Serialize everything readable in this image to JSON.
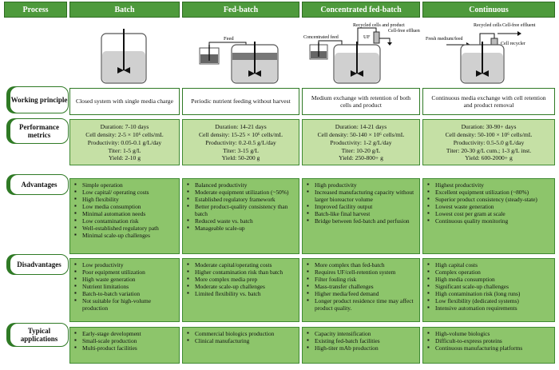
{
  "headers": {
    "process": "Process",
    "batch": "Batch",
    "fedbatch": "Fed-batch",
    "concentrated": "Concentrated fed-batch",
    "continuous": "Continuous"
  },
  "row_labels": {
    "working": "Working principle",
    "performance": "Performance metrics",
    "advantages": "Advantages",
    "disadvantages": "Disadvantages",
    "applications": "Typical applications"
  },
  "diagram_labels": {
    "feed": "Feed",
    "concentrated_feed": "Concentrated feed",
    "recycled_cells_and_product": "Recycled cells and product",
    "uf": "UF",
    "cell_free_effluent": "Cell-free effluent",
    "fresh_medium_feed": "Fresh medium/feed",
    "recycled_cells": "Recycled cells",
    "cell_recycler": "Cell recycler"
  },
  "working_principle": {
    "batch": "Closed system with single media charge",
    "fedbatch": "Periodic nutrient feeding without harvest",
    "concentrated": "Medium exchange with retention of both cells and product",
    "continuous": "Continuous media exchange with cell retention and product removal"
  },
  "metrics": {
    "batch": [
      "Duration: 7-10 days",
      "Cell density: 2-5 × 10⁶ cells/mL",
      "Productivity: 0.05-0.1 g/L/day",
      "Titer: 1-5 g/L",
      "Yield: 2-10 g"
    ],
    "fedbatch": [
      "Duration: 14-21 days",
      "Cell density: 15-25 × 10⁶ cells/mL",
      "Productivity: 0.2-0.5 g/L/day",
      "Titer: 3-15 g/L",
      "Yield: 50-200 g"
    ],
    "concentrated": [
      "Duration: 14-21 days",
      "Cell density: 50-140 × 10⁶ cells/mL",
      "Productivity: 1-2 g/L/day",
      "Titer: 10-20 g/L",
      "Yield: 250-800+ g"
    ],
    "continuous": [
      "Duration: 30-90+ days",
      "Cell density: 50-100 × 10⁶ cells/mL",
      "Productivity: 0.5-5.0 g/L/day",
      "Titer: 20-30 g/L cum.; 1-3 g/L inst.",
      "Yield: 600-2000+ g"
    ]
  },
  "advantages": {
    "batch": [
      "Simple operation",
      "Low capital/ operating costs",
      "High flexibility",
      "Low media consumption",
      "Minimal automation needs",
      "Low contamination risk",
      "Well-established regulatory path",
      "Minimal scale-up challenges"
    ],
    "fedbatch": [
      "Balanced productivity",
      "Moderate equipment utilization (~50%)",
      "Established regulatory framework",
      "Better product-quality consistency than batch",
      "Reduced waste vs. batch",
      "Manageable scale-up"
    ],
    "concentrated": [
      "High productivity",
      "Increased manufacturing capacity without larger bioreactor volume",
      "Improved facility output",
      "Batch-like final harvest",
      "Bridge between fed-batch and perfusion"
    ],
    "continuous": [
      "Highest productivity",
      "Excellent equipment utilization (~80%)",
      "Superior product consistency (steady-state)",
      "Lowest waste generation",
      "Lowest cost per gram at scale",
      "Continuous quality monitoring"
    ]
  },
  "disadvantages": {
    "batch": [
      "Low productivity",
      "Poor equipment utilization",
      "High waste generation",
      "Nutrient limitations",
      "Batch-to-batch variation",
      "Not suitable for high-volume production"
    ],
    "fedbatch": [
      "Moderate capital/operating costs",
      "Higher contamination risk than batch",
      "More complex media prep",
      "Moderate scale-up challenges",
      "Limited flexibility vs. batch"
    ],
    "concentrated": [
      "More complex than fed-batch",
      "Requires UF/cell-retention system",
      "Filter fouling risk",
      "Mass-transfer challenges",
      "Higher media/feed demand",
      "Longer product residence time may affect product quality."
    ],
    "continuous": [
      "High capital costs",
      "Complex operation",
      "High media consumption",
      "Significant scale-up challenges",
      "High contamination risk (long runs)",
      "Low flexibility (dedicated systems)",
      "Intensive automation requirements"
    ]
  },
  "applications": {
    "batch": [
      "Early-stage development",
      "Small-scale production",
      "Multi-product facilities"
    ],
    "fedbatch": [
      "Commercial biologics production",
      "Clinical manufacturing"
    ],
    "concentrated": [
      "Capacity intensification",
      "Existing fed-batch facilities",
      "High-titer mAb production"
    ],
    "continuous": [
      "High-volume biologics",
      "Difficult-to-express proteins",
      "Continuous manufacturing platforms"
    ]
  },
  "colors": {
    "header_green": "#4e9a3c",
    "metrics_green": "#c5e0a5",
    "list_green": "#8dc56b",
    "border_green": "#2f7a25"
  }
}
